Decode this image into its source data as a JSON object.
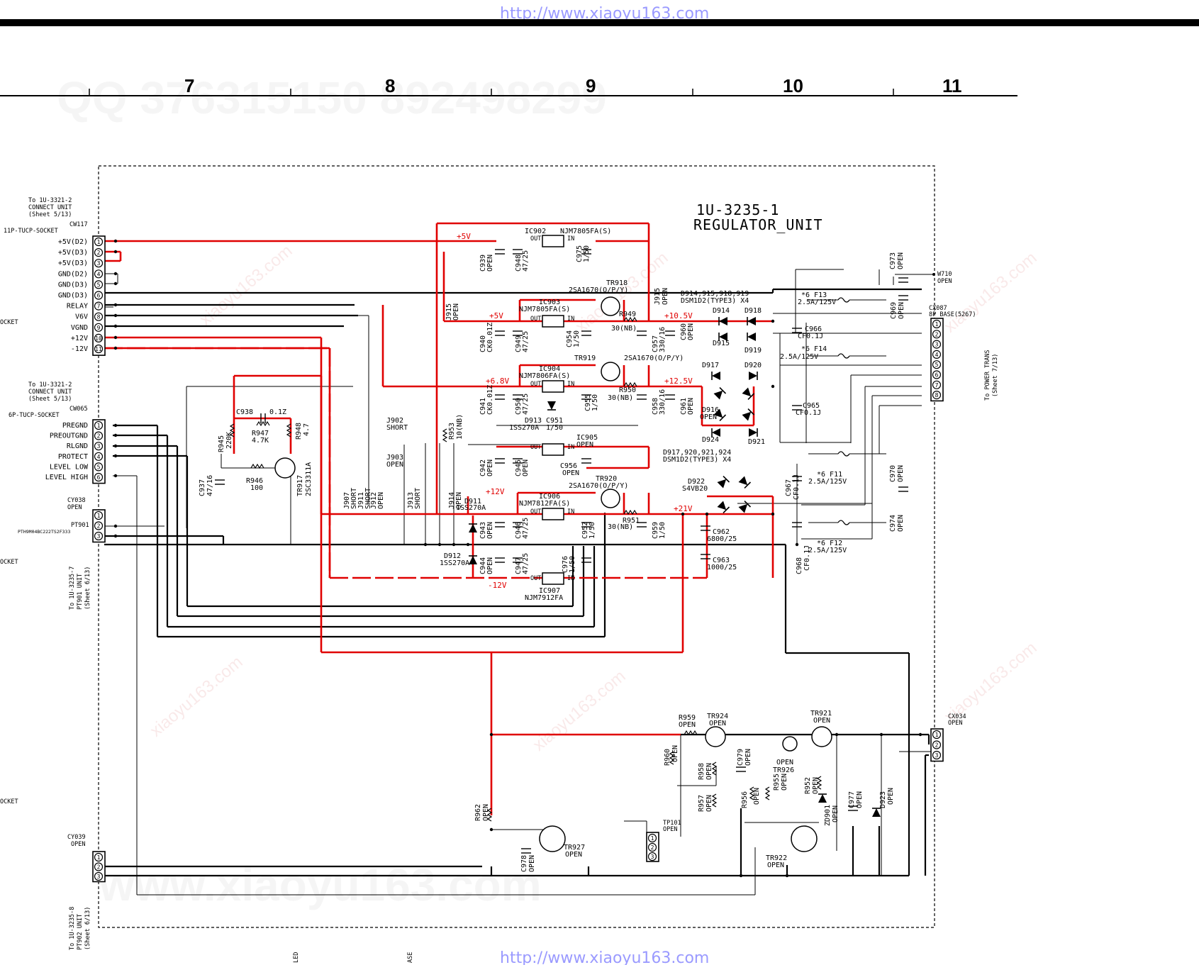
{
  "header": {
    "url_top": "http://www.xiaoyu163.com",
    "url_bottom": "http://www.xiaoyu163.com",
    "columns": [
      "7",
      "8",
      "9",
      "10",
      "11"
    ],
    "watermark_top": "QQ 376315150   892498299",
    "watermark_bottom": "www.xiaoyu163.com",
    "watermark_diag": "xiaoyu163.com"
  },
  "title": {
    "line1": "1U-3235-1",
    "line2": "REGULATOR_UNIT"
  },
  "colors": {
    "power_trace": "#e00000",
    "wire": "#000000",
    "url": "#9a9aff"
  },
  "connectors": {
    "cw117": {
      "dest": [
        "To 1U-3321-2",
        "CONNECT UNIT",
        "(Sheet 5/13)"
      ],
      "ref": "CW117",
      "type": "11P-TUCP-SOCKET",
      "pins": [
        "+5V(D2)",
        "+5V(D3)",
        "+5V(D3)",
        "GND(D2)",
        "GND(D3)",
        "GND(D3)",
        "RELAY",
        "V6V",
        "VGND",
        "+12V",
        "-12V"
      ]
    },
    "cw065": {
      "dest": [
        "To 1U-3321-2",
        "CONNECT UNIT",
        "(Sheet 5/13)"
      ],
      "ref": "CW065",
      "type": "6P-TUCP-SOCKET",
      "pins": [
        "PREGND",
        "PREOUTGND",
        "RLGND",
        "PROTECT",
        "LEVEL LOW",
        "LEVEL HIGH"
      ]
    },
    "cy038": {
      "ref": "CY038",
      "value": "OPEN",
      "dest": [
        "To 1U-3235-7",
        "PT901 UNIT",
        "(Sheet 6/13)"
      ]
    },
    "pt901": {
      "ref": "PT901",
      "part": "PTH9M04BC222TS2F333"
    },
    "cy039": {
      "ref": "CY039",
      "value": "OPEN",
      "dest": [
        "To 1U-3235-8",
        "PT902 UNIT",
        "(Sheet 6/13)"
      ]
    },
    "cx087": {
      "ref": "CX087",
      "type": "8P BASE(5267)",
      "dest": [
        "To POWER TRANS",
        "(Sheet 7/13)"
      ]
    },
    "cx034": {
      "ref": "CX034",
      "value": "OPEN"
    },
    "w710": {
      "ref": "W710",
      "value": "OPEN"
    },
    "tp101": {
      "ref": "TP101",
      "value": "OPEN"
    }
  },
  "left_cut_labels": [
    "OCKET",
    "OCKET",
    "OCKET"
  ],
  "bottom_cut_labels": [
    "LED",
    "ASE"
  ],
  "components": {
    "ic902": [
      "IC902",
      "NJM7805FA(S)"
    ],
    "ic903": [
      "IC903",
      "NJM7805FA(S)"
    ],
    "ic904": [
      "IC904",
      "NJM7806FA(S)"
    ],
    "ic905": [
      "IC905",
      "OPEN"
    ],
    "ic906": [
      "IC906",
      "NJM7812FA(S)"
    ],
    "ic907": [
      "IC907",
      "NJM7912FA"
    ],
    "tr918": [
      "TR918",
      "2SA1670(O/P/Y)"
    ],
    "tr919": [
      "TR919",
      "2SA1670(O/P/Y)"
    ],
    "tr920": [
      "TR920",
      "2SA1670(O/P/Y)"
    ],
    "tr917": [
      "TR917",
      "2SC3311A"
    ],
    "tr921": [
      "TR921",
      "OPEN"
    ],
    "tr922": [
      "TR922",
      "OPEN"
    ],
    "tr924": [
      "TR924",
      "OPEN"
    ],
    "tr926": [
      "OPEN",
      "TR926"
    ],
    "tr927": [
      "TR927",
      "OPEN"
    ],
    "d914set": [
      "D914,915,918,919",
      "DSM1D2(TYPE3) X4"
    ],
    "d917set": [
      "D917,920,921,924",
      "DSM1D2(TYPE3) X4"
    ],
    "d922": [
      "D922",
      "S4VB20"
    ],
    "d911": [
      "D911",
      "1SS270A"
    ],
    "d912": [
      "D912",
      "1SS270A"
    ],
    "d913": [
      "D913",
      "1SS270A"
    ],
    "d916": [
      "D916",
      "OPEN"
    ],
    "d923": [
      "D923",
      "OPEN"
    ],
    "zd901": [
      "ZD901",
      "OPEN"
    ],
    "diodes": [
      "D914",
      "D915",
      "D918",
      "D919",
      "D917",
      "D920",
      "D924",
      "D921"
    ],
    "c938": [
      "C938",
      "0.1Z"
    ],
    "c937": [
      "C937",
      "47/16"
    ],
    "c962": [
      "C962",
      "6800/25"
    ],
    "c963": [
      "C963",
      "1000/25"
    ],
    "c965": [
      "C965",
      "CF0.1J"
    ],
    "c966": [
      "C966",
      "CF0.1J"
    ],
    "c967": [
      "C967",
      "CF0.1J"
    ],
    "c968": [
      "C968",
      "CF0.1J"
    ],
    "c969": [
      "C969",
      "OPEN"
    ],
    "c970": [
      "C970",
      "OPEN"
    ],
    "c973": [
      "C973",
      "OPEN"
    ],
    "c974": [
      "C974",
      "OPEN"
    ],
    "c977": [
      "C977",
      "OPEN"
    ],
    "c978": [
      "C978",
      "OPEN"
    ],
    "c979": [
      "C979",
      "OPEN"
    ],
    "r945": [
      "R945",
      "220K"
    ],
    "r946": [
      "R946",
      "100"
    ],
    "r947": [
      "R947",
      "4.7K"
    ],
    "r948": [
      "R948",
      "4.7"
    ],
    "r949": [
      "R949",
      "30(NB)"
    ],
    "r950": [
      "R950",
      "30(NB)"
    ],
    "r951": [
      "R951",
      "30(NB)"
    ],
    "r953": [
      "R953",
      "10(NB)"
    ],
    "r955": [
      "R955",
      "OPEN"
    ],
    "r956": [
      "R956",
      "OPEN"
    ],
    "r957": [
      "R957",
      "OPEN"
    ],
    "r958": [
      "R958",
      "OPEN"
    ],
    "r959": [
      "R959",
      "OPEN"
    ],
    "r960": [
      "R960",
      "OPEN"
    ],
    "r962": [
      "R962",
      "OPEN"
    ],
    "r952": [
      "R952",
      "OPEN"
    ],
    "f11": [
      "*6 F11",
      "2.5A/125V"
    ],
    "f12": [
      "*6 F12",
      "2.5A/125V"
    ],
    "f13": [
      "*6 F13",
      "2.5A/125V"
    ],
    "f14": [
      "*6 F14",
      "2.5A/125V"
    ],
    "jumpers": [
      [
        "J902",
        "SHORT"
      ],
      [
        "J903",
        "OPEN"
      ],
      [
        "J907",
        "SHORT"
      ],
      [
        "J911",
        "SHORT"
      ],
      [
        "J912",
        "OPEN"
      ],
      [
        "J913",
        "SHORT"
      ],
      [
        "J914",
        "OPEN"
      ],
      [
        "J915",
        "OPEN"
      ]
    ],
    "caps_small": [
      [
        "C939",
        "OPEN"
      ],
      [
        "C940",
        "CK0.01Z"
      ],
      [
        "C941",
        "CK0.01Z"
      ],
      [
        "C942",
        "OPEN"
      ],
      [
        "C943",
        "OPEN"
      ],
      [
        "C944",
        "OPEN"
      ],
      [
        "C945",
        "OPEN"
      ],
      [
        "C946",
        "47/25"
      ],
      [
        "C947",
        "47/25"
      ],
      [
        "C948",
        "47/25"
      ],
      [
        "C949",
        "47/25"
      ],
      [
        "C950",
        "47/25"
      ],
      [
        "C951",
        "1/50"
      ],
      [
        "C952",
        "1/50"
      ],
      [
        "C954",
        "1/50"
      ],
      [
        "C955",
        "1/50"
      ],
      [
        "C956",
        "OPEN"
      ],
      [
        "C957",
        "330/16"
      ],
      [
        "C958",
        "330/16"
      ],
      [
        "C959",
        "1/50"
      ],
      [
        "C960",
        "OPEN"
      ],
      [
        "C961",
        "OPEN"
      ],
      [
        "C975",
        "1/50"
      ],
      [
        "C976",
        "1/50"
      ]
    ],
    "pin_labels": [
      "OUT",
      "IN"
    ]
  },
  "rails": [
    "+5V",
    "+5V",
    "+10.5V",
    "+6.8V",
    "+12.5V",
    "+12V",
    "+21V",
    "-12V"
  ]
}
